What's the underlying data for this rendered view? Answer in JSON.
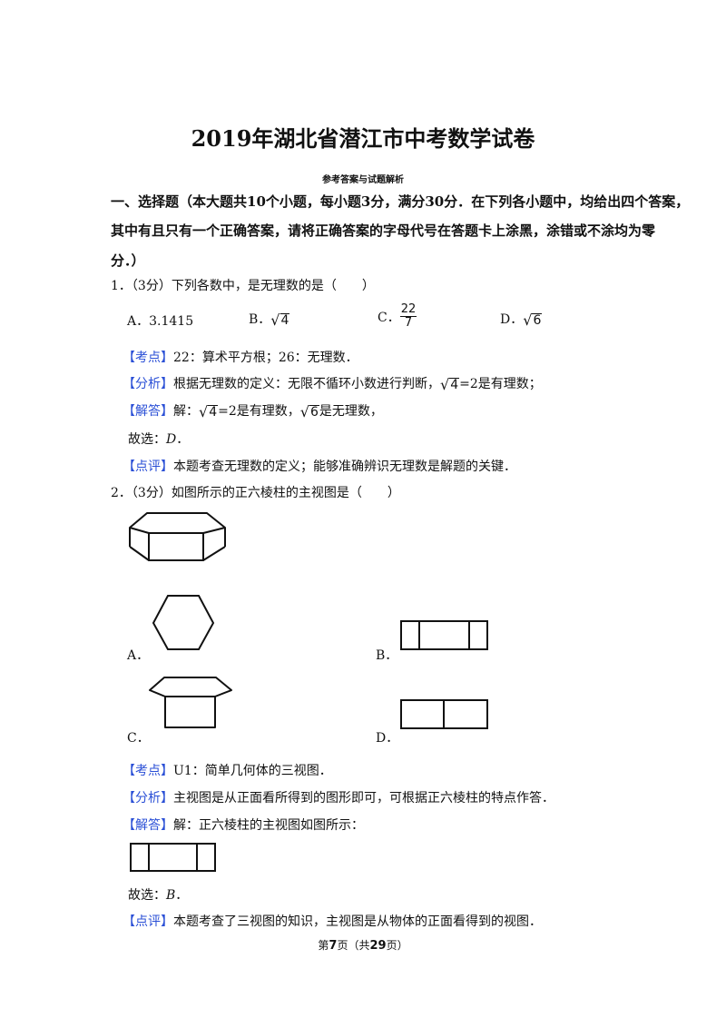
{
  "title": "2019年湖北省潜江市中考数学试卷",
  "subtitle": "参考答案与试题解析",
  "section": {
    "line1": "一、选择题（本大题共10个小题，每小题3分，满分30分．在下列各小题中，均给出四个答案，",
    "line2": "其中有且只有一个正确答案，请将正确答案的字母代号在答题卡上涂黑，涂错或不涂均为零",
    "line3": "分．）"
  },
  "q1": {
    "stem": "1．（3分）下列各数中，是无理数的是（　　）",
    "optA_label": "A．",
    "optA_value": "3.1415",
    "optB_label": "B．",
    "optB_rad": "4",
    "optC_label": "C．",
    "optC_num": "22",
    "optC_den": "7",
    "optD_label": "D．",
    "optD_rad": "6",
    "kaodian_tag": "【考点】",
    "kaodian_text": "22：算术平方根；26：无理数．",
    "fenxi_tag": "【分析】",
    "fenxi_text1": "根据无理数的定义：无限不循环小数进行判断，",
    "fenxi_rad": "4",
    "fenxi_text2": "=2是有理数；",
    "jieda_tag": "【解答】",
    "jieda_text1": "解：",
    "jieda_rad1": "4",
    "jieda_text2": "=2是有理数，",
    "jieda_rad2": "6",
    "jieda_text3": "是无理数，",
    "guxuan_text": "故选：",
    "guxuan_answer": "D",
    "guxuan_end": "．",
    "dianping_tag": "【点评】",
    "dianping_text": "本题考查无理数的定义；能够准确辨识无理数是解题的关键．"
  },
  "q2": {
    "stem": "2．（3分）如图所示的正六棱柱的主视图是（　　）",
    "optA_label": "A．",
    "optB_label": "B．",
    "optC_label": "C．",
    "optD_label": "D．",
    "kaodian_tag": "【考点】",
    "kaodian_text": "U1：简单几何体的三视图．",
    "fenxi_tag": "【分析】",
    "fenxi_text": "主视图是从正面看所得到的图形即可，可根据正六棱柱的特点作答．",
    "jieda_tag": "【解答】",
    "jieda_text": "解：正六棱柱的主视图如图所示：",
    "guxuan_text": "故选：",
    "guxuan_answer": "B",
    "guxuan_end": "．",
    "dianping_tag": "【点评】",
    "dianping_text": "本题考查了三视图的知识，主视图是从物体的正面看得到的视图．"
  },
  "footer": {
    "pre": "第",
    "page": "7",
    "mid": "页（共",
    "total": "29",
    "post": "页）"
  }
}
